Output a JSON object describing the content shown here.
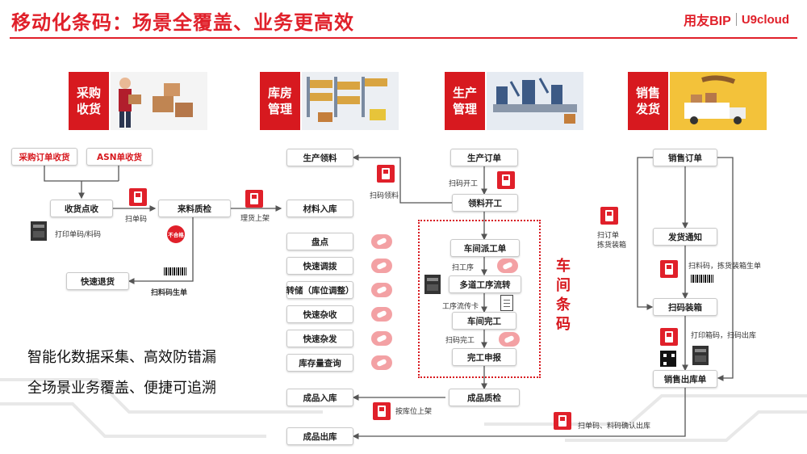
{
  "header": {
    "title": "移动化条码：场景全覆盖、业务更高效",
    "brand_main": "用友BIP",
    "brand_sub": "U9cloud"
  },
  "categories": [
    {
      "label": "采购收货"
    },
    {
      "label": "库房管理"
    },
    {
      "label": "生产管理"
    },
    {
      "label": "销售发货"
    }
  ],
  "purchase": {
    "po_receipt": "采购订单收货",
    "asn_receipt": "ASN单收货",
    "receive_count": "收货点收",
    "incoming_qc": "来料质检",
    "quick_return": "快速退货",
    "note_scan_order": "扫单码",
    "note_print": "打印单码/料码",
    "note_scan_material": "扫料码生单",
    "reject_badge": "不合格",
    "note_putaway": "理货上架"
  },
  "warehouse": {
    "production_pick": "生产领料",
    "material_in": "材料入库",
    "ops": [
      "盘点",
      "快速调拨",
      "转储（库位调整）",
      "快速杂收",
      "快速杂发",
      "库存量查询"
    ],
    "product_in": "成品入库",
    "product_out": "成品出库",
    "note_scan_pick": "扫码领料"
  },
  "production": {
    "order": "生产订单",
    "note_scan_start": "扫码开工",
    "pick_start": "领料开工",
    "dispatch": "车间派工单",
    "note_process": "扫工序",
    "multi_process": "多道工序流转",
    "note_process_card": "工序流传卡",
    "workshop_done": "车间完工",
    "note_scan_done": "扫码完工",
    "done_report": "完工申报",
    "final_qc": "成品质检",
    "note_putaway": "按库位上架",
    "workshop_label": "车间条码"
  },
  "sales": {
    "order": "销售订单",
    "note_scan_order": "扫订单",
    "note_pick_box": "拣货装箱",
    "delivery_notice": "发货通知",
    "note_scan_material": "扫料码，拣货装箱生单",
    "scan_box": "扫码装箱",
    "note_print_box": "打印箱码，扫码出库",
    "sales_out": "销售出库单",
    "note_confirm": "扫单码、料码确认出库"
  },
  "slogans": [
    "智能化数据采集、高效防错漏",
    "全场景业务覆盖、便捷可追溯"
  ],
  "colors": {
    "accent": "#d7191f",
    "line": "#555555",
    "background_trace": "#e6e6e6"
  },
  "icons": [
    "scanner-icon",
    "printer-icon",
    "barcode-icon",
    "qr-code-icon",
    "document-icon",
    "mobile-scan-icon"
  ]
}
